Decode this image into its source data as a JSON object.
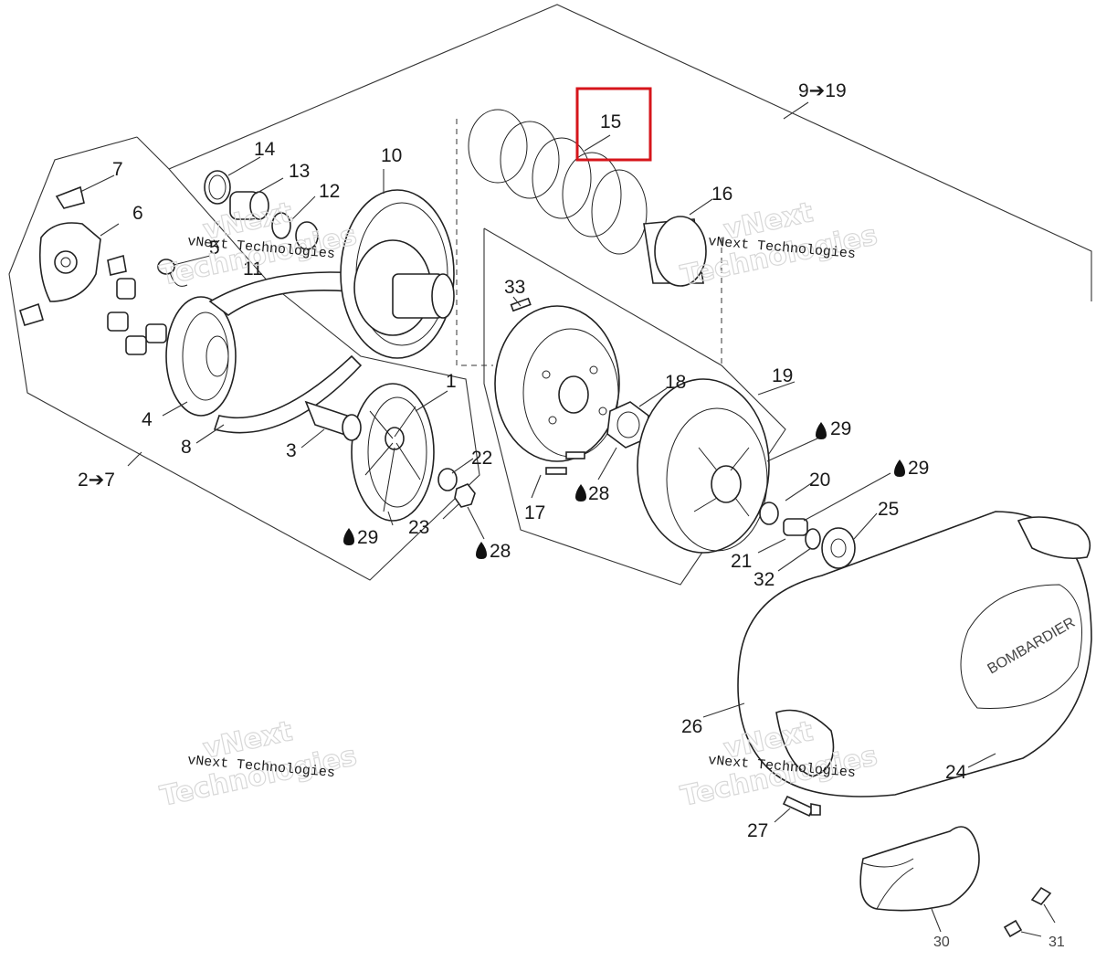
{
  "callouts": [
    {
      "id": "c1",
      "text": "1"
    },
    {
      "id": "c2to7",
      "text": "2➔7"
    },
    {
      "id": "c3",
      "text": "3"
    },
    {
      "id": "c4",
      "text": "4"
    },
    {
      "id": "c5",
      "text": "5"
    },
    {
      "id": "c6",
      "text": "6"
    },
    {
      "id": "c7",
      "text": "7"
    },
    {
      "id": "c8",
      "text": "8"
    },
    {
      "id": "c9to19",
      "text": "9➔19"
    },
    {
      "id": "c10",
      "text": "10"
    },
    {
      "id": "c11",
      "text": "11"
    },
    {
      "id": "c12",
      "text": "12"
    },
    {
      "id": "c13",
      "text": "13"
    },
    {
      "id": "c14",
      "text": "14"
    },
    {
      "id": "c15",
      "text": "15"
    },
    {
      "id": "c16",
      "text": "16"
    },
    {
      "id": "c17",
      "text": "17"
    },
    {
      "id": "c18",
      "text": "18"
    },
    {
      "id": "c19",
      "text": "19"
    },
    {
      "id": "c20",
      "text": "20"
    },
    {
      "id": "c21",
      "text": "21"
    },
    {
      "id": "c22",
      "text": "22"
    },
    {
      "id": "c23",
      "text": "23"
    },
    {
      "id": "c24",
      "text": "24"
    },
    {
      "id": "c25",
      "text": "25"
    },
    {
      "id": "c26",
      "text": "26"
    },
    {
      "id": "c27",
      "text": "27"
    },
    {
      "id": "c28a",
      "text": "28"
    },
    {
      "id": "c28b",
      "text": "28"
    },
    {
      "id": "c29a",
      "text": "29"
    },
    {
      "id": "c29b",
      "text": "29"
    },
    {
      "id": "c29c",
      "text": "29"
    },
    {
      "id": "c30",
      "text": "30"
    },
    {
      "id": "c31",
      "text": "31"
    },
    {
      "id": "c32",
      "text": "32"
    },
    {
      "id": "c33",
      "text": "33"
    }
  ],
  "highlight": {
    "part": "15",
    "color": "#d6151b"
  },
  "watermark": {
    "line1": "vNext Technologies",
    "big1": "vNext",
    "big2": "Technologies"
  },
  "cover_logo": "BOMBARDIER"
}
